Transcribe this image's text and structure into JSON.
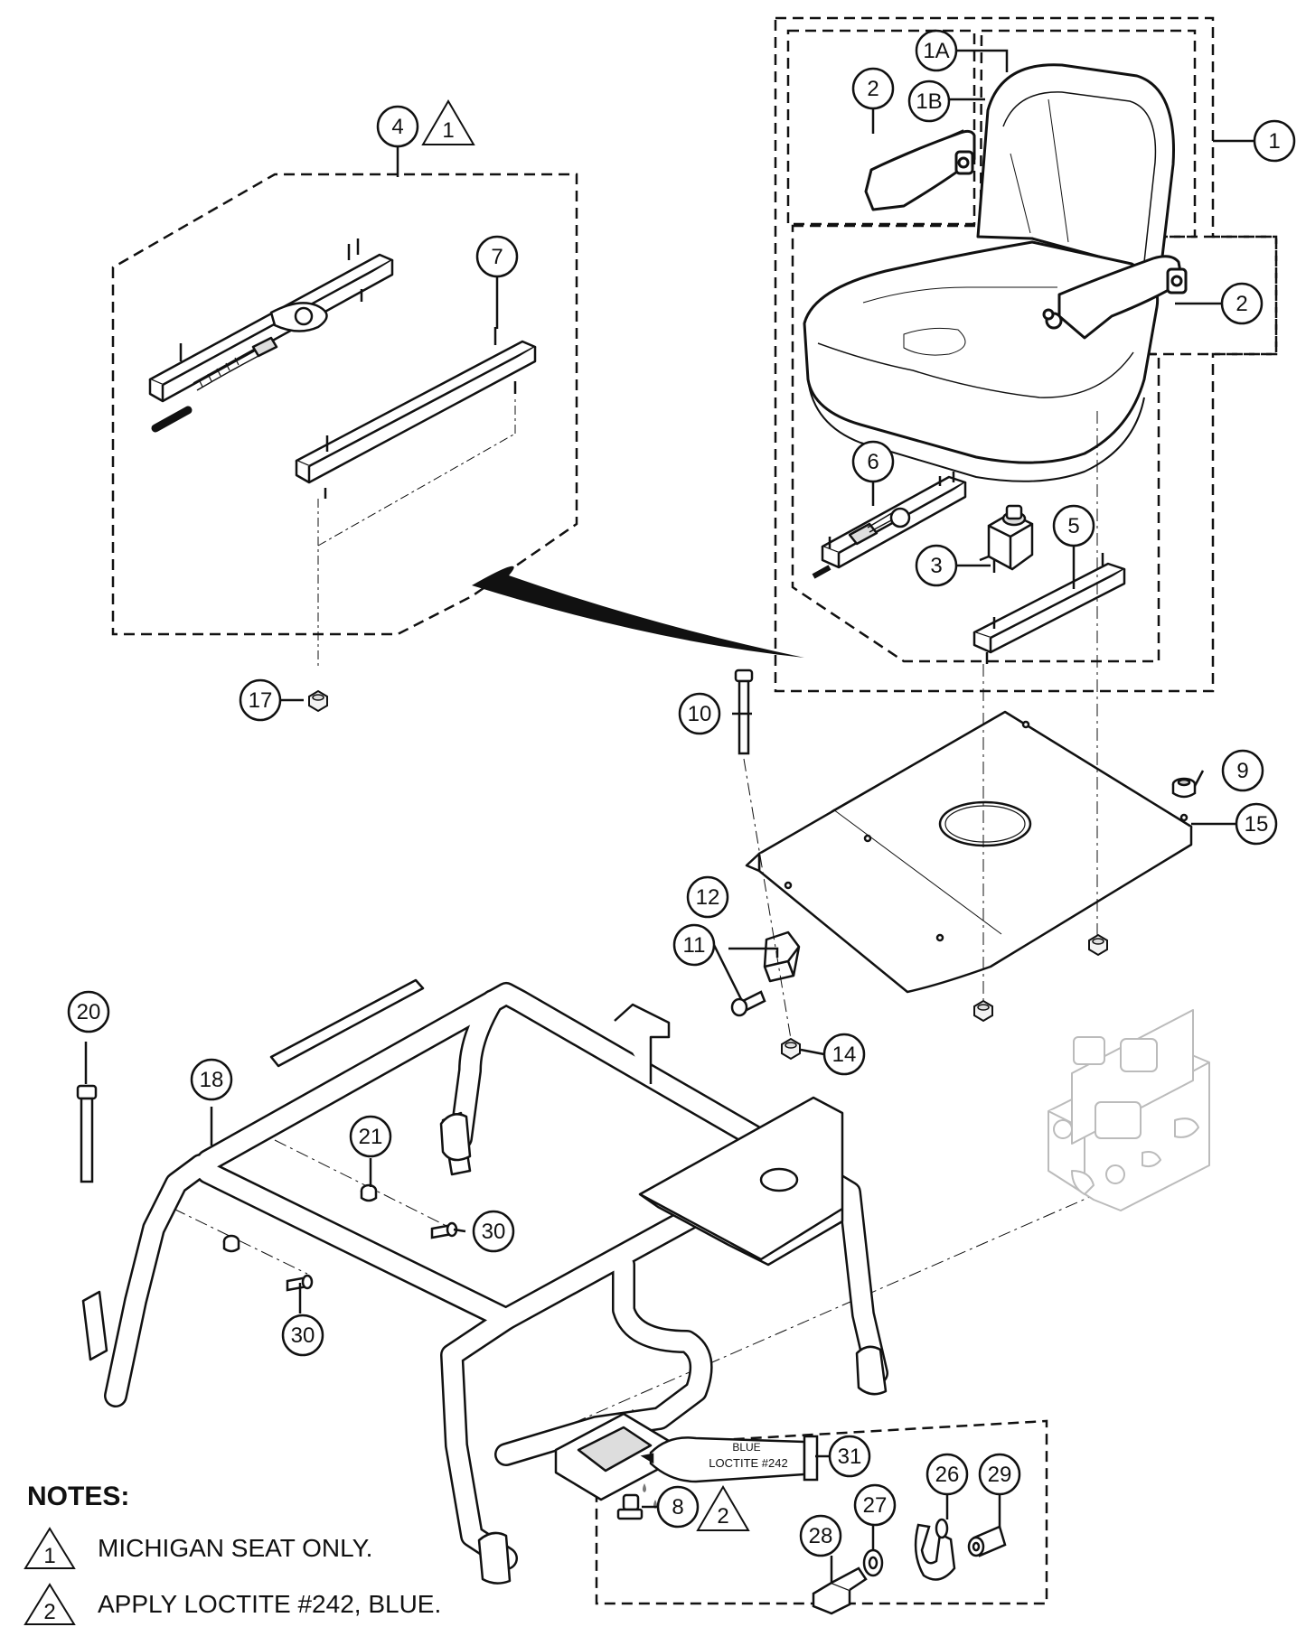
{
  "callouts": {
    "c1": "1",
    "c1A": "1A",
    "c1B": "1B",
    "c2a": "2",
    "c2b": "2",
    "c3": "3",
    "c4": "4",
    "c5": "5",
    "c6": "6",
    "c7": "7",
    "c8": "8",
    "c9": "9",
    "c10": "10",
    "c11": "11",
    "c12": "12",
    "c14": "14",
    "c15": "15",
    "c17": "17",
    "c18": "18",
    "c20": "20",
    "c21": "21",
    "c26": "26",
    "c27": "27",
    "c28": "28",
    "c29": "29",
    "c30a": "30",
    "c30b": "30",
    "c31": "31"
  },
  "tube_label": {
    "line1": "BLUE",
    "line2": "LOCTITE #242"
  },
  "notes": {
    "title": "NOTES:",
    "items": [
      {
        "symbol": "1",
        "text": "MICHIGAN SEAT ONLY."
      },
      {
        "symbol": "2",
        "text": "APPLY LOCTITE #242, BLUE."
      }
    ],
    "flags": {
      "on_callout_4": "1",
      "on_callout_8": "2"
    }
  }
}
